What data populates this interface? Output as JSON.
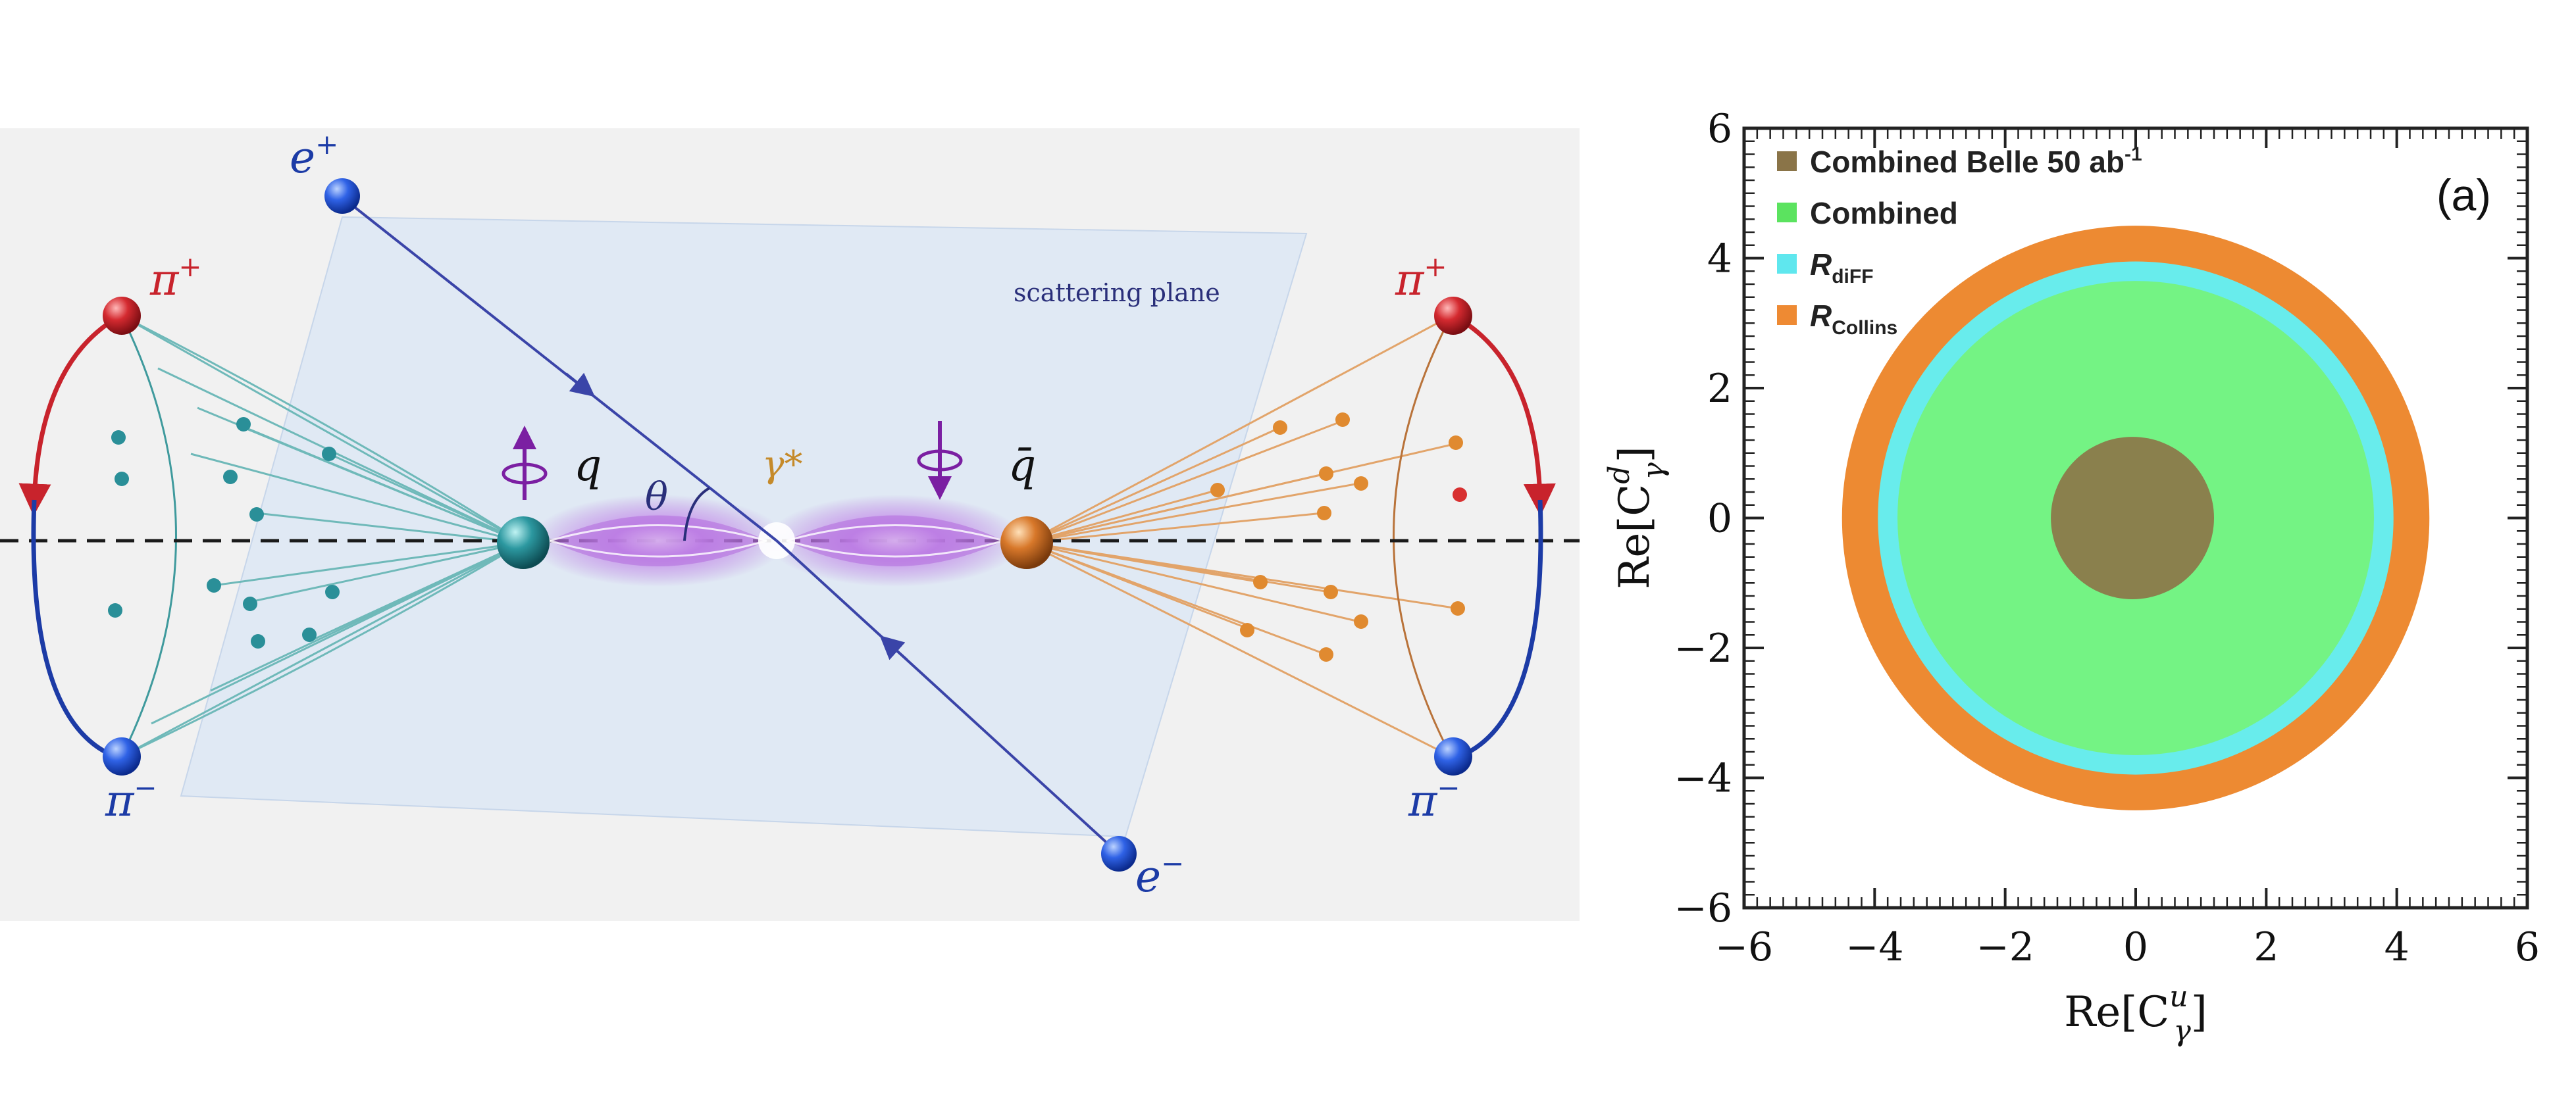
{
  "diagram": {
    "labels": {
      "e_plus": "e",
      "e_plus_sup": "+",
      "e_minus": "e",
      "e_minus_sup": "−",
      "pi_plus": "π",
      "pi_plus_sup": "+",
      "pi_minus": "π",
      "pi_minus_sup": "−",
      "quark": "q",
      "antiquark": "q̄",
      "theta": "θ",
      "photon": "γ*",
      "plane": "scattering plane"
    },
    "colors": {
      "panel_bg": "#f1f1f1",
      "plane_fill": "#dde8f5",
      "electron": "#1f4fd0",
      "electron_line": "#3a44a8",
      "pi_plus": "#c8232c",
      "pi_minus": "#1c3ba6",
      "quark_teal": "#2a8f98",
      "antiquark_orange": "#d87a2a",
      "glow": "#b26adc",
      "photon_label": "#c58a2a",
      "spin_arrow": "#7b1fa2"
    }
  },
  "chart_data": {
    "type": "area",
    "title": "",
    "panel_label": "(a)",
    "xlabel": "Re[C",
    "xlabel_sup": "u",
    "xlabel_sub": "γ",
    "ylabel": "Re[C",
    "ylabel_sup": "d",
    "ylabel_sub": "γ",
    "xlim": [
      -6,
      6
    ],
    "ylim": [
      -6,
      6
    ],
    "xticks": [
      -6,
      -4,
      -2,
      0,
      2,
      4,
      6
    ],
    "yticks": [
      -6,
      -4,
      -2,
      0,
      2,
      4,
      6
    ],
    "xtick_labels": [
      "−6",
      "−4",
      "−2",
      "0",
      "2",
      "4",
      "6"
    ],
    "ytick_labels": [
      "−6",
      "−4",
      "−2",
      "0",
      "2",
      "4",
      "6"
    ],
    "legend_position": "top-left",
    "series": [
      {
        "name": "R",
        "name_sub": "Collins",
        "shape": "disk",
        "center": [
          0,
          0
        ],
        "radius": 4.5,
        "color": "#ed8a32"
      },
      {
        "name": "R",
        "name_sub": "diFF",
        "shape": "disk",
        "center": [
          0,
          0
        ],
        "radius": 3.95,
        "color": "#68ecec"
      },
      {
        "name": "Combined",
        "name_sub": "",
        "shape": "disk",
        "center": [
          0,
          0
        ],
        "radius": 3.65,
        "color": "#74f384"
      },
      {
        "name": "Combined Belle 50 ab",
        "name_sup": "-1",
        "name_sub": "",
        "shape": "disk",
        "center": [
          -0.05,
          0
        ],
        "radius": 1.25,
        "color": "#8a804d"
      }
    ],
    "legend": [
      {
        "text": "Combined Belle 50 ab",
        "sup": "-1",
        "sub": "",
        "italic": false,
        "color": "#8a7448"
      },
      {
        "text": "Combined",
        "sup": "",
        "sub": "",
        "italic": false,
        "color": "#5be35f"
      },
      {
        "text": "R",
        "sup": "",
        "sub": "diFF",
        "italic": true,
        "color": "#5fe7ee"
      },
      {
        "text": "R",
        "sup": "",
        "sub": "Collins",
        "italic": true,
        "color": "#ee8a33"
      }
    ]
  }
}
